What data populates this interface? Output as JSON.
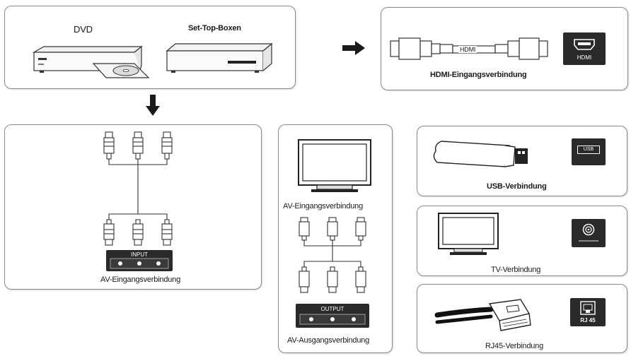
{
  "sources": {
    "dvd_label": "DVD",
    "stb_label": "Set-Top-Boxen"
  },
  "hdmi": {
    "cable_label": "HDMI",
    "port_label": "HDMI",
    "caption": "HDMI-Eingangsverbindung"
  },
  "av_in_main": {
    "panel_label": "INPUT",
    "caption": "AV-Eingangsverbindung"
  },
  "av_out": {
    "top_caption": "AV-Eingangsverbindung",
    "panel_label": "OUTPUT",
    "caption": "AV-Ausgangsverbindung"
  },
  "usb": {
    "port_label": "USB",
    "caption": "USB-Verbindung"
  },
  "tv": {
    "caption": "TV-Verbindung"
  },
  "rj45": {
    "port_label": "RJ 45",
    "caption": "RJ45-Verbindung"
  },
  "colors": {
    "panel_border": "#8a8a8a",
    "line": "#333333",
    "port_bg": "#2a2a2a"
  }
}
